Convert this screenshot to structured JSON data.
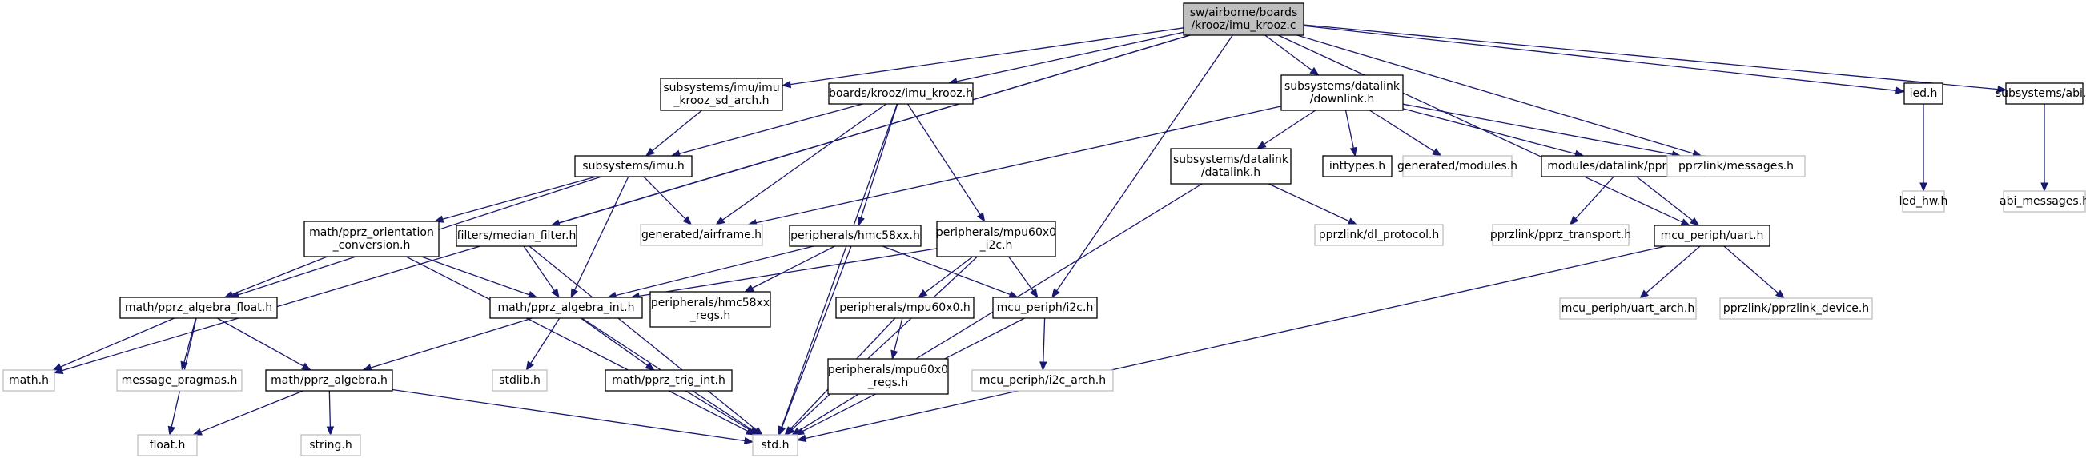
{
  "colors": {
    "edge": "#191970",
    "root_fill": "#bfbfbf",
    "grey_border": "#bfbfbf",
    "solid_border": "#000000"
  },
  "nodes": [
    {
      "id": "root",
      "lines": [
        "sw/airborne/boards",
        "/krooz/imu_krooz.c"
      ],
      "style": "root"
    },
    {
      "id": "imu_sd",
      "lines": [
        "subsystems/imu/imu",
        "_krooz_sd_arch.h"
      ],
      "style": "solid"
    },
    {
      "id": "imu_krooz_h",
      "lines": [
        "boards/krooz/imu_krooz.h"
      ],
      "style": "solid"
    },
    {
      "id": "dl_downlink",
      "lines": [
        "subsystems/datalink",
        "/downlink.h"
      ],
      "style": "solid"
    },
    {
      "id": "led_h",
      "lines": [
        "led.h"
      ],
      "style": "solid"
    },
    {
      "id": "abi_h",
      "lines": [
        "subsystems/abi.h"
      ],
      "style": "solid"
    },
    {
      "id": "led_hw",
      "lines": [
        "led_hw.h"
      ],
      "style": "grey"
    },
    {
      "id": "abi_messages",
      "lines": [
        "abi_messages.h"
      ],
      "style": "grey"
    },
    {
      "id": "imu_h",
      "lines": [
        "subsystems/imu.h"
      ],
      "style": "solid"
    },
    {
      "id": "dl_datalink",
      "lines": [
        "subsystems/datalink",
        "/datalink.h"
      ],
      "style": "solid"
    },
    {
      "id": "inttypes",
      "lines": [
        "inttypes.h"
      ],
      "style": "solid"
    },
    {
      "id": "gen_modules",
      "lines": [
        "generated/modules.h"
      ],
      "style": "grey"
    },
    {
      "id": "pprz_dl",
      "lines": [
        "modules/datalink/pprz_dl.h"
      ],
      "style": "solid"
    },
    {
      "id": "pprzlink_messages",
      "lines": [
        "pprzlink/messages.h"
      ],
      "style": "grey"
    },
    {
      "id": "orientation",
      "lines": [
        "math/pprz_orientation",
        "_conversion.h"
      ],
      "style": "solid"
    },
    {
      "id": "median",
      "lines": [
        "filters/median_filter.h"
      ],
      "style": "solid"
    },
    {
      "id": "gen_airframe",
      "lines": [
        "generated/airframe.h"
      ],
      "style": "grey"
    },
    {
      "id": "hmc58xx",
      "lines": [
        "peripherals/hmc58xx.h"
      ],
      "style": "solid"
    },
    {
      "id": "mpu60x0_i2c",
      "lines": [
        "peripherals/mpu60x0",
        "_i2c.h"
      ],
      "style": "solid"
    },
    {
      "id": "dl_protocol",
      "lines": [
        "pprzlink/dl_protocol.h"
      ],
      "style": "grey"
    },
    {
      "id": "pprz_transport",
      "lines": [
        "pprzlink/pprz_transport.h"
      ],
      "style": "grey"
    },
    {
      "id": "mcu_uart",
      "lines": [
        "mcu_periph/uart.h"
      ],
      "style": "solid"
    },
    {
      "id": "algebra_float",
      "lines": [
        "math/pprz_algebra_float.h"
      ],
      "style": "solid"
    },
    {
      "id": "algebra_int",
      "lines": [
        "math/pprz_algebra_int.h"
      ],
      "style": "solid"
    },
    {
      "id": "hmc58xx_regs",
      "lines": [
        "peripherals/hmc58xx",
        "_regs.h"
      ],
      "style": "solid"
    },
    {
      "id": "mpu60x0",
      "lines": [
        "peripherals/mpu60x0.h"
      ],
      "style": "solid"
    },
    {
      "id": "mcu_i2c",
      "lines": [
        "mcu_periph/i2c.h"
      ],
      "style": "solid"
    },
    {
      "id": "uart_arch",
      "lines": [
        "mcu_periph/uart_arch.h"
      ],
      "style": "grey"
    },
    {
      "id": "pprzlink_device",
      "lines": [
        "pprzlink/pprzlink_device.h"
      ],
      "style": "grey"
    },
    {
      "id": "math_h",
      "lines": [
        "math.h"
      ],
      "style": "grey"
    },
    {
      "id": "msg_pragmas",
      "lines": [
        "message_pragmas.h"
      ],
      "style": "grey"
    },
    {
      "id": "algebra",
      "lines": [
        "math/pprz_algebra.h"
      ],
      "style": "solid"
    },
    {
      "id": "stdlib",
      "lines": [
        "stdlib.h"
      ],
      "style": "grey"
    },
    {
      "id": "trig_int",
      "lines": [
        "math/pprz_trig_int.h"
      ],
      "style": "solid"
    },
    {
      "id": "mpu60x0_regs",
      "lines": [
        "peripherals/mpu60x0",
        "_regs.h"
      ],
      "style": "solid"
    },
    {
      "id": "i2c_arch",
      "lines": [
        "mcu_periph/i2c_arch.h"
      ],
      "style": "grey"
    },
    {
      "id": "float_h",
      "lines": [
        "float.h"
      ],
      "style": "grey"
    },
    {
      "id": "string_h",
      "lines": [
        "string.h"
      ],
      "style": "grey"
    },
    {
      "id": "std_h",
      "lines": [
        "std.h"
      ],
      "style": "grey"
    }
  ],
  "edges": [
    [
      "root",
      "imu_sd"
    ],
    [
      "root",
      "imu_krooz_h"
    ],
    [
      "root",
      "dl_downlink"
    ],
    [
      "root",
      "led_h"
    ],
    [
      "root",
      "abi_h"
    ],
    [
      "root",
      "median"
    ],
    [
      "root",
      "math_h"
    ],
    [
      "root",
      "mcu_i2c"
    ],
    [
      "root",
      "mcu_uart"
    ],
    [
      "root",
      "pprzlink_messages"
    ],
    [
      "led_h",
      "led_hw"
    ],
    [
      "abi_h",
      "abi_messages"
    ],
    [
      "imu_sd",
      "imu_h"
    ],
    [
      "imu_krooz_h",
      "imu_h"
    ],
    [
      "imu_krooz_h",
      "gen_airframe"
    ],
    [
      "imu_krooz_h",
      "hmc58xx"
    ],
    [
      "imu_krooz_h",
      "mpu60x0_i2c"
    ],
    [
      "imu_krooz_h",
      "std_h"
    ],
    [
      "dl_downlink",
      "dl_datalink"
    ],
    [
      "dl_downlink",
      "inttypes"
    ],
    [
      "dl_downlink",
      "gen_modules"
    ],
    [
      "dl_downlink",
      "pprz_dl"
    ],
    [
      "dl_downlink",
      "pprzlink_messages"
    ],
    [
      "dl_downlink",
      "gen_airframe"
    ],
    [
      "dl_datalink",
      "dl_protocol"
    ],
    [
      "dl_datalink",
      "std_h"
    ],
    [
      "pprz_dl",
      "pprz_transport"
    ],
    [
      "pprz_dl",
      "mcu_uart"
    ],
    [
      "mcu_uart",
      "uart_arch"
    ],
    [
      "mcu_uart",
      "pprzlink_device"
    ],
    [
      "mcu_uart",
      "std_h"
    ],
    [
      "imu_h",
      "orientation"
    ],
    [
      "imu_h",
      "gen_airframe"
    ],
    [
      "imu_h",
      "algebra_int"
    ],
    [
      "imu_h",
      "algebra_float"
    ],
    [
      "orientation",
      "algebra_float"
    ],
    [
      "orientation",
      "algebra_int"
    ],
    [
      "orientation",
      "std_h"
    ],
    [
      "median",
      "algebra_int"
    ],
    [
      "median",
      "std_h"
    ],
    [
      "hmc58xx",
      "algebra_int"
    ],
    [
      "hmc58xx",
      "hmc58xx_regs"
    ],
    [
      "hmc58xx",
      "mcu_i2c"
    ],
    [
      "hmc58xx",
      "std_h"
    ],
    [
      "mpu60x0_i2c",
      "mpu60x0"
    ],
    [
      "mpu60x0_i2c",
      "mcu_i2c"
    ],
    [
      "mpu60x0_i2c",
      "algebra_int"
    ],
    [
      "mpu60x0_i2c",
      "std_h"
    ],
    [
      "mpu60x0",
      "mpu60x0_regs"
    ],
    [
      "mpu60x0",
      "std_h"
    ],
    [
      "mcu_i2c",
      "i2c_arch"
    ],
    [
      "mcu_i2c",
      "std_h"
    ],
    [
      "algebra_float",
      "math_h"
    ],
    [
      "algebra_float",
      "msg_pragmas"
    ],
    [
      "algebra_float",
      "algebra"
    ],
    [
      "algebra_float",
      "float_h"
    ],
    [
      "algebra_int",
      "algebra"
    ],
    [
      "algebra_int",
      "stdlib"
    ],
    [
      "algebra_int",
      "trig_int"
    ],
    [
      "algebra_int",
      "std_h"
    ],
    [
      "algebra",
      "float_h"
    ],
    [
      "algebra",
      "string_h"
    ],
    [
      "algebra",
      "std_h"
    ],
    [
      "trig_int",
      "std_h"
    ]
  ]
}
